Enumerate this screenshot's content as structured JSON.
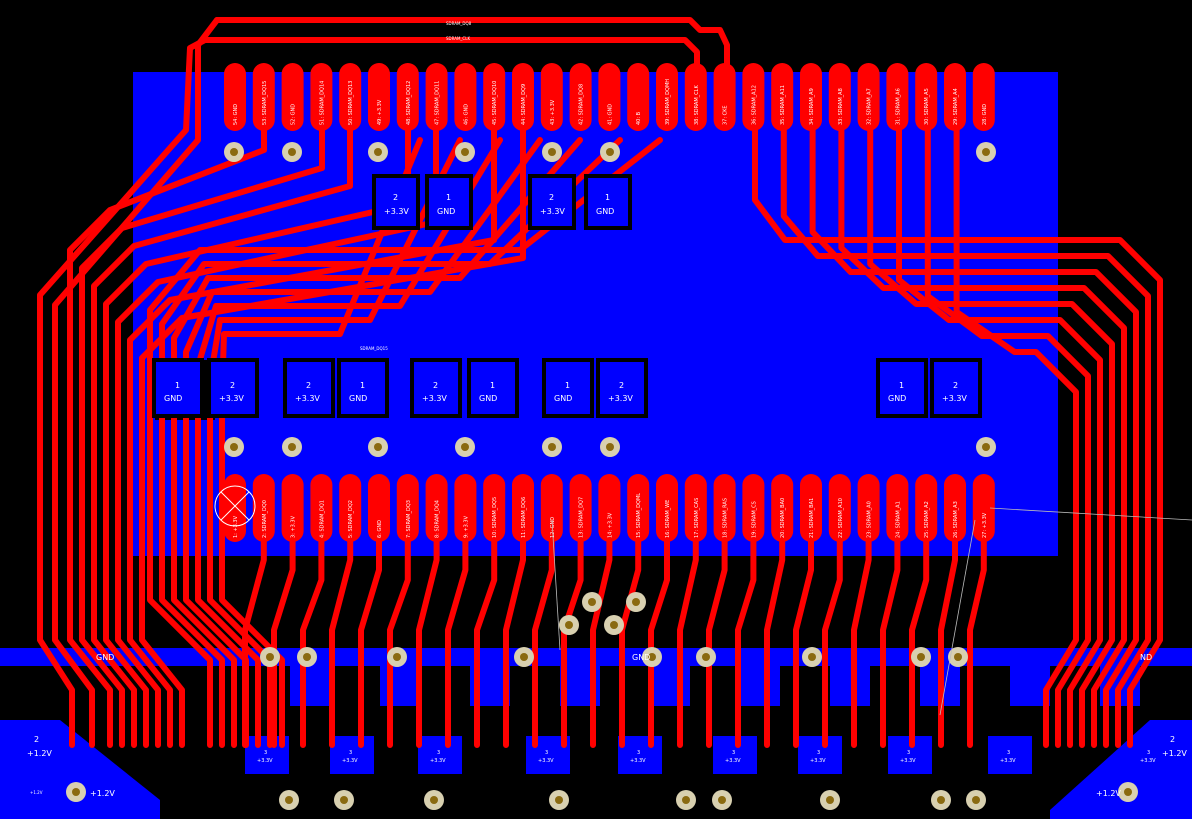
{
  "colors": {
    "background": "#000000",
    "top_copper": "#ff0000",
    "bottom_copper": "#0000ff",
    "via": "#d8d0b0",
    "via_hole": "#8a6a10",
    "label": "#ffffff"
  },
  "chip_top": {
    "pins": [
      {
        "num": "54",
        "net": "GND"
      },
      {
        "num": "53",
        "net": "SDRAM_DQ15"
      },
      {
        "num": "52",
        "net": "GND"
      },
      {
        "num": "51",
        "net": "SDRAM_DQ14"
      },
      {
        "num": "50",
        "net": "SDRAM_DQ13"
      },
      {
        "num": "49",
        "net": "+3.3V"
      },
      {
        "num": "48",
        "net": "SDRAM_DQ12"
      },
      {
        "num": "47",
        "net": "SDRAM_DQ11"
      },
      {
        "num": "46",
        "net": "GND"
      },
      {
        "num": "45",
        "net": "SDRAM_DQ10"
      },
      {
        "num": "44",
        "net": "SDRAM_DQ9"
      },
      {
        "num": "43",
        "net": "+3.3V"
      },
      {
        "num": "42",
        "net": "SDRAM_DQ8"
      },
      {
        "num": "41",
        "net": "GND"
      },
      {
        "num": "40",
        "net": "B"
      },
      {
        "num": "39",
        "net": "SDRAM_DQMH"
      },
      {
        "num": "38",
        "net": "SDRAM_CLK"
      },
      {
        "num": "37",
        "net": "CKE"
      },
      {
        "num": "36",
        "net": "SDRAM_A12"
      },
      {
        "num": "35",
        "net": "SDRAM_A11"
      },
      {
        "num": "34",
        "net": "SDRAM_A9"
      },
      {
        "num": "33",
        "net": "SDRAM_A8"
      },
      {
        "num": "32",
        "net": "SDRAM_A7"
      },
      {
        "num": "31",
        "net": "SDRAM_A6"
      },
      {
        "num": "30",
        "net": "SDRAM_A5"
      },
      {
        "num": "29",
        "net": "SDRAM_A4"
      },
      {
        "num": "28",
        "net": "GND"
      }
    ]
  },
  "chip_bottom": {
    "pins": [
      {
        "num": "1",
        "net": "+3.3V"
      },
      {
        "num": "2",
        "net": "SDRAM_DQ0"
      },
      {
        "num": "3",
        "net": "+3.3V"
      },
      {
        "num": "4",
        "net": "SDRAM_DQ1"
      },
      {
        "num": "5",
        "net": "SDRAM_DQ2"
      },
      {
        "num": "6",
        "net": "GND"
      },
      {
        "num": "7",
        "net": "SDRAM_DQ3"
      },
      {
        "num": "8",
        "net": "SDRAM_DQ4"
      },
      {
        "num": "9",
        "net": "+3.3V"
      },
      {
        "num": "10",
        "net": "SDRAM_DQ5"
      },
      {
        "num": "11",
        "net": "SDRAM_DQ6"
      },
      {
        "num": "12",
        "net": "GND"
      },
      {
        "num": "13",
        "net": "SDRAM_DQ7"
      },
      {
        "num": "14",
        "net": "+3.3V"
      },
      {
        "num": "15",
        "net": "SDRAM_DQML"
      },
      {
        "num": "16",
        "net": "SDRAM_WE"
      },
      {
        "num": "17",
        "net": "SDRAM_CAS"
      },
      {
        "num": "18",
        "net": "SDRAM_RAS"
      },
      {
        "num": "19",
        "net": "SDRAM_CS"
      },
      {
        "num": "20",
        "net": "SDRAM_BA0"
      },
      {
        "num": "21",
        "net": "SDRAM_BA1"
      },
      {
        "num": "22",
        "net": "SDRAM_A10"
      },
      {
        "num": "23",
        "net": "SDRAM_A0"
      },
      {
        "num": "24",
        "net": "SDRAM_A1"
      },
      {
        "num": "25",
        "net": "SDRAM_A2"
      },
      {
        "num": "26",
        "net": "SDRAM_A3"
      },
      {
        "num": "27",
        "net": "+3.3V"
      }
    ]
  },
  "top_caps": [
    {
      "pin2": "2",
      "net2": "+3.3V",
      "pin1": "1",
      "net1": "GND"
    },
    {
      "pin2": "2",
      "net2": "+3.3V",
      "pin1": "1",
      "net1": "GND"
    }
  ],
  "mid_caps": [
    {
      "num": "1",
      "net": "GND"
    },
    {
      "num": "2",
      "net": "+3.3V"
    },
    {
      "num": "2",
      "net": "+3.3V"
    },
    {
      "num": "1",
      "net": "GND"
    },
    {
      "num": "2",
      "net": "+3.3V"
    },
    {
      "num": "1",
      "net": "GND"
    },
    {
      "num": "1",
      "net": "GND"
    },
    {
      "num": "2",
      "net": "+3.3V"
    },
    {
      "num": "1",
      "net": "GND"
    },
    {
      "num": "2",
      "net": "+3.3V"
    }
  ],
  "bottom_caps": [
    {
      "num": "3",
      "net": "+3.3V"
    },
    {
      "num": "3",
      "net": "+3.3V"
    },
    {
      "num": "3",
      "net": "+3.3V"
    },
    {
      "num": "3",
      "net": "+3.3V"
    },
    {
      "num": "3",
      "net": "+3.3V"
    },
    {
      "num": "3",
      "net": "+3.3V"
    },
    {
      "num": "3",
      "net": "+3.3V"
    },
    {
      "num": "3",
      "net": "+3.3V"
    },
    {
      "num": "3",
      "net": "+3.3V"
    },
    {
      "num": "3",
      "net": "+3.3V"
    }
  ],
  "rails": {
    "gnd_left": "GND",
    "gnd_mid": "GND",
    "gnd_right": "ND",
    "v12_left_num": "2",
    "v12_left": "+1.2V",
    "v12_left_via": "+1.2V",
    "v12_small": "+1.2V",
    "v12_right_num": "2",
    "v12_right": "+1.2V",
    "v12_right_via": "+1.2V"
  },
  "net_labels": {
    "top_bus_1": "SDRAM_DQ8",
    "top_bus_2": "SDRAM_CLK",
    "mid_bus": "SDRAM_DQ15"
  }
}
